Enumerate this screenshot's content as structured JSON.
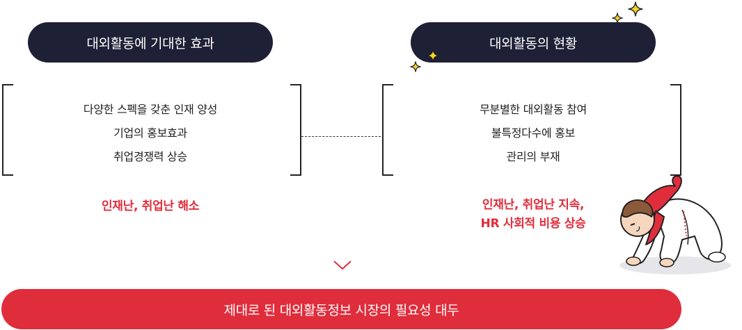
{
  "left": {
    "title": "대외활동에 기대한 효과",
    "items": [
      "다양한 스펙을 갖춘 인재 양성",
      "기업의 홍보효과",
      "취업경쟁력 상승"
    ],
    "result": "인재난, 취업난 해소"
  },
  "right": {
    "title": "대외활동의 현황",
    "items": [
      "무분별한 대외활동 참여",
      "불특정다수에 홍보",
      "관리의 부재"
    ],
    "result_lines": [
      "인재난, 취업난 지속,",
      "HR 사회적 비용 상승"
    ]
  },
  "conclusion": "제대로 된 대외활동정보 시장의 필요성 대두",
  "colors": {
    "dark": "#1e2036",
    "accent": "#e02d3c",
    "sparkle": "#f5d228"
  },
  "icons": [
    "sparkle-icon",
    "chevron-down-icon",
    "crawling-person-illustration"
  ]
}
